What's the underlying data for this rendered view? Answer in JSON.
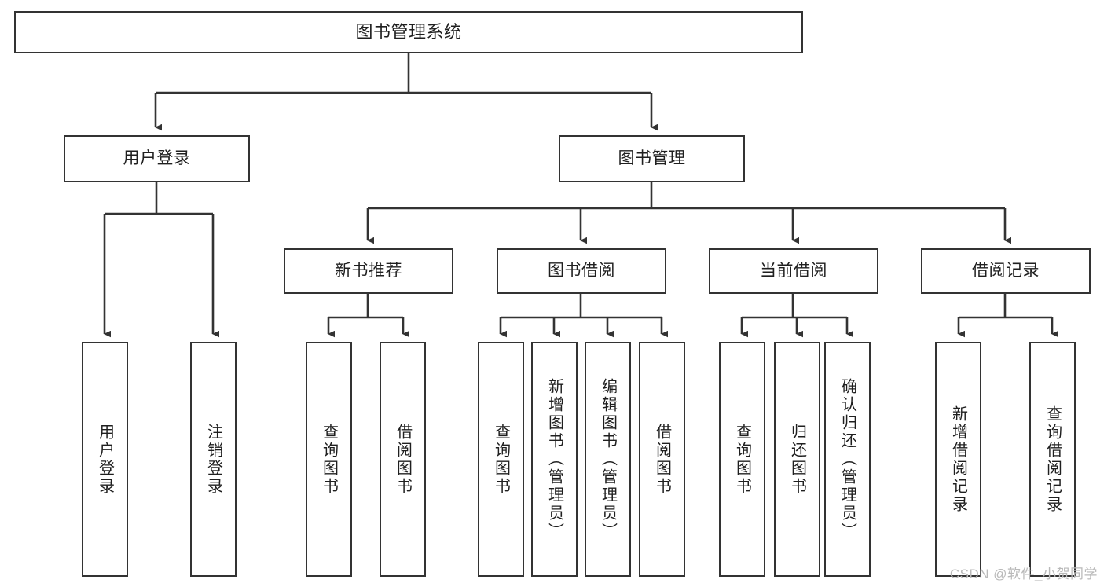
{
  "diagram": {
    "title": "图书管理系统",
    "type": "tree-hierarchy-diagram",
    "colors": {
      "box_border": "#333333",
      "box_fill": "#ffffff",
      "edge": "#333333",
      "text": "#1f1f1f",
      "watermark": "#b9b9b9",
      "background": "#ffffff"
    },
    "watermark": "CSDN @软件_小贺同学",
    "nodes": {
      "root": {
        "label": "图书管理系统"
      },
      "level1": [
        {
          "label": "用户登录"
        },
        {
          "label": "图书管理"
        }
      ],
      "level2": [
        {
          "label": "新书推荐"
        },
        {
          "label": "图书借阅"
        },
        {
          "label": "当前借阅"
        },
        {
          "label": "借阅记录"
        }
      ],
      "leaves": {
        "user_login": [
          {
            "label": "用户登录"
          },
          {
            "label": "注销登录"
          }
        ],
        "new_book_recommend": [
          {
            "label": "查询图书"
          },
          {
            "label": "借阅图书"
          }
        ],
        "book_borrow": [
          {
            "label": "查询图书"
          },
          {
            "label": "新增图书（管理员）"
          },
          {
            "label": "编辑图书（管理员）"
          },
          {
            "label": "借阅图书"
          }
        ],
        "current_borrow": [
          {
            "label": "查询图书"
          },
          {
            "label": "归还图书"
          },
          {
            "label": "确认归还（管理员）"
          }
        ],
        "borrow_records": [
          {
            "label": "新增借阅记录"
          },
          {
            "label": "查询借阅记录"
          }
        ]
      }
    }
  }
}
